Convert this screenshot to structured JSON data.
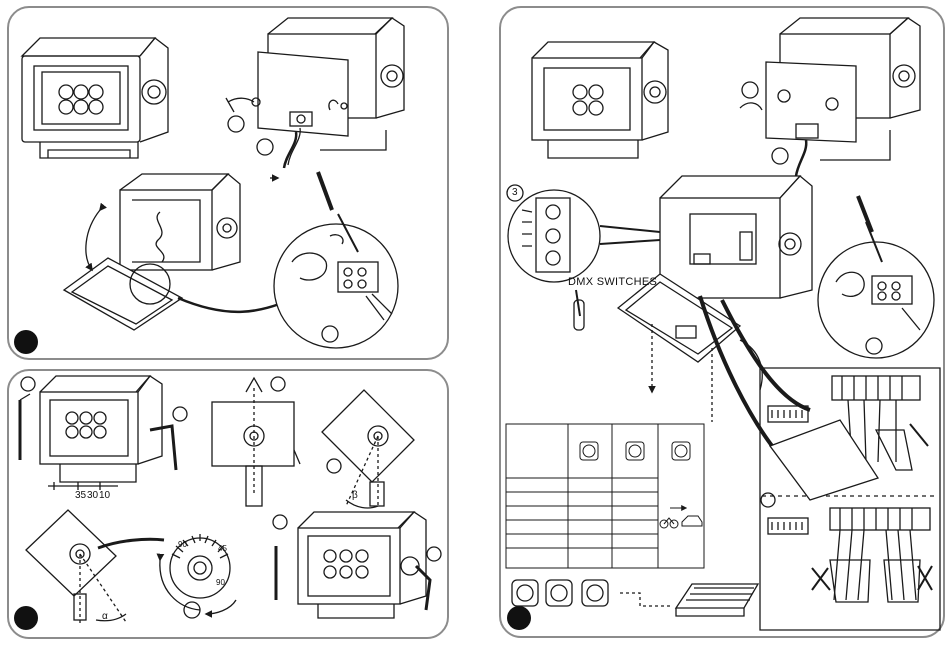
{
  "labels": {
    "dmx_switches": "DMX SWITCHES",
    "step_three": "3",
    "alpha": "α",
    "beta": "β",
    "angle_35": "35",
    "angle_30": "30",
    "angle_10": "10",
    "dial_90_left": "90",
    "dial_90_right": "90",
    "dial_45": "45"
  },
  "colors": {
    "panel_border": "#8c8c8c",
    "line": "#1a1a1a",
    "badge": "#111111"
  },
  "icons": [
    "screwdriver-icon",
    "wrench-icon",
    "allen-key-icon",
    "scissors-icon",
    "bicycle-icon",
    "car-icon",
    "dmx-console-icon",
    "eye-icon"
  ]
}
